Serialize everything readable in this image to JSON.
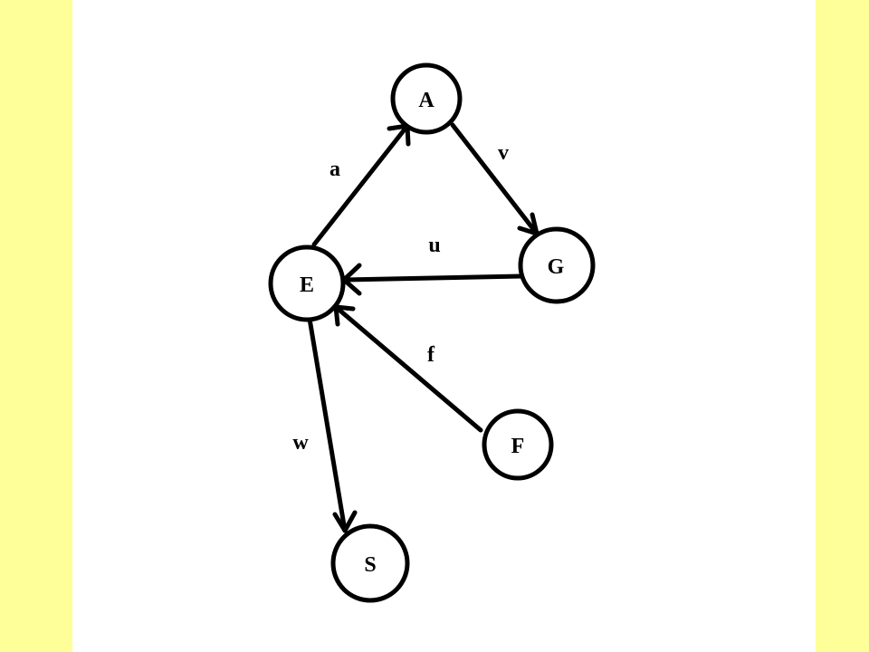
{
  "colors": {
    "background": "#FFFF99",
    "canvas": "#FFFFFF",
    "ink": "#000000"
  },
  "diagram": {
    "nodes": [
      {
        "id": "A",
        "label": "A"
      },
      {
        "id": "G",
        "label": "G"
      },
      {
        "id": "E",
        "label": "E"
      },
      {
        "id": "F",
        "label": "F"
      },
      {
        "id": "S",
        "label": "S"
      }
    ],
    "edges": [
      {
        "id": "a",
        "label": "a",
        "from": "E",
        "to": "A"
      },
      {
        "id": "v",
        "label": "v",
        "from": "A",
        "to": "G"
      },
      {
        "id": "u",
        "label": "u",
        "from": "G",
        "to": "E"
      },
      {
        "id": "f",
        "label": "f",
        "from": "F",
        "to": "E"
      },
      {
        "id": "w",
        "label": "w",
        "from": "E",
        "to": "S"
      }
    ]
  }
}
